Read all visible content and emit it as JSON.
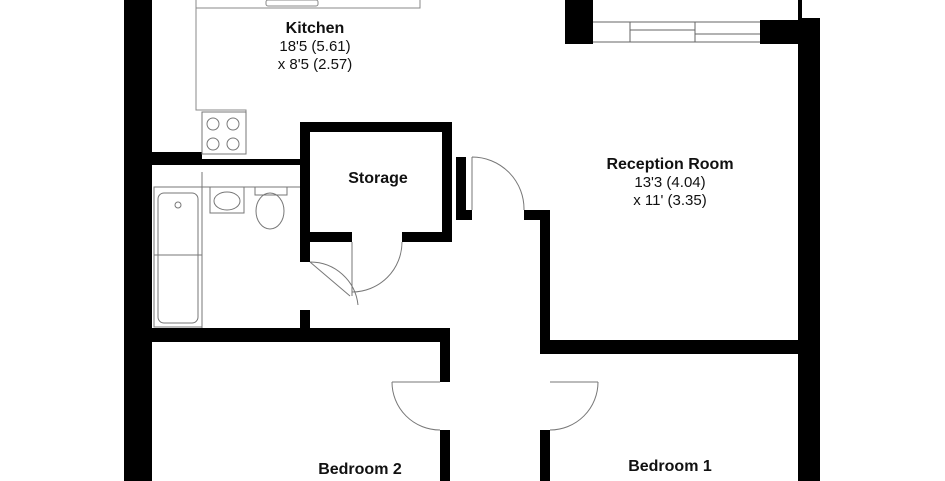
{
  "rooms": {
    "kitchen": {
      "name": "Kitchen",
      "dim1": "18'5 (5.61)",
      "dim2": "x 8'5 (2.57)"
    },
    "reception": {
      "name": "Reception Room",
      "dim1": "13'3 (4.04)",
      "dim2": "x 11' (3.35)"
    },
    "storage": {
      "name": "Storage"
    },
    "bedroom1": {
      "name": "Bedroom 1",
      "dim1": ""
    },
    "bedroom2": {
      "name": "Bedroom 2"
    }
  },
  "colors": {
    "wall": "#000000",
    "fixture_line": "#888888",
    "background": "#ffffff"
  }
}
